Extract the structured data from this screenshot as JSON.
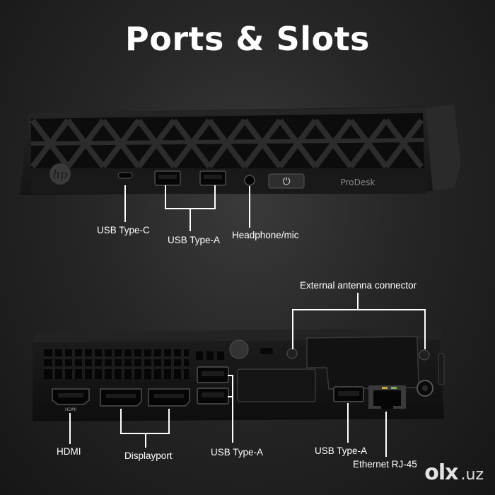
{
  "title": "Ports & Slots",
  "front": {
    "brand_logo": "hp",
    "model": "ProDesk",
    "labels": {
      "usb_c": "USB Type-C",
      "usb_a": "USB Type-A",
      "headphone": "Headphone/mic"
    }
  },
  "rear": {
    "hdmi_print": "HDMI",
    "labels": {
      "antenna": "External antenna connector",
      "hdmi": "HDMI",
      "displayport": "Displayport",
      "usb_a_pair": "USB Type-A",
      "usb_a_single": "USB Type-A",
      "ethernet": "Ethernet RJ-45"
    }
  },
  "watermark": {
    "logo": "olx",
    "suffix": ".uz"
  },
  "colors": {
    "background": "#262626",
    "device": "#151515",
    "text": "#ffffff"
  }
}
